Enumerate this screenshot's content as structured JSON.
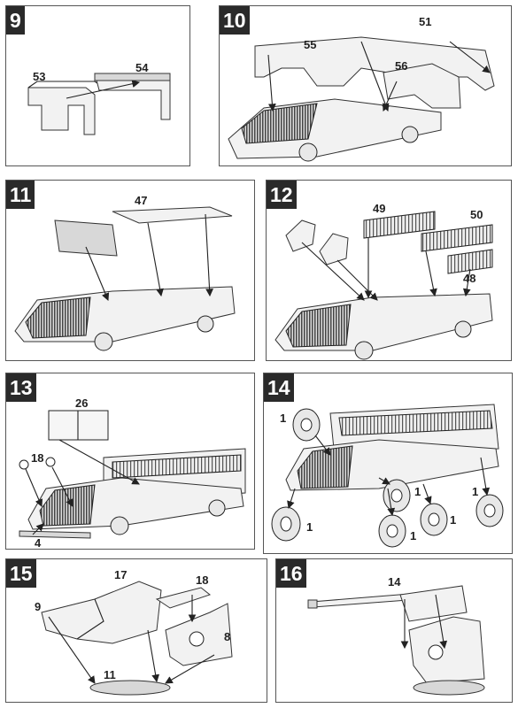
{
  "steps": [
    {
      "number": "9",
      "labels": [
        "53",
        "54"
      ]
    },
    {
      "number": "10",
      "labels": [
        "55",
        "51",
        "56"
      ]
    },
    {
      "number": "11",
      "labels": [
        "47"
      ]
    },
    {
      "number": "12",
      "labels": [
        "49",
        "50",
        "48"
      ]
    },
    {
      "number": "13",
      "labels": [
        "26",
        "18",
        "4"
      ]
    },
    {
      "number": "14",
      "labels": [
        "1",
        "1",
        "1",
        "1",
        "1",
        "1"
      ]
    },
    {
      "number": "15",
      "labels": [
        "17",
        "9",
        "18",
        "8",
        "11"
      ]
    },
    {
      "number": "16",
      "labels": [
        "14"
      ]
    }
  ]
}
